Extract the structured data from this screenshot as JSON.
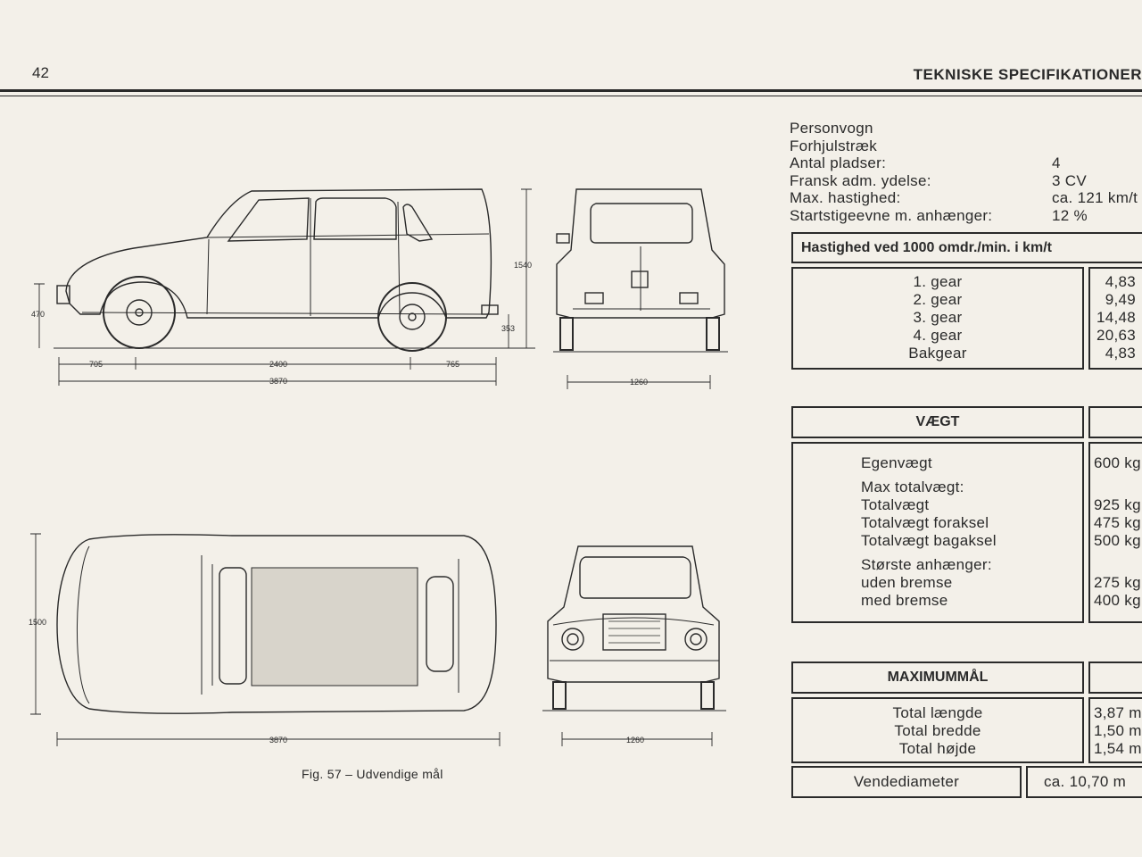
{
  "page_number": "42",
  "section_heading": "TEKNISKE SPECIFIKATIONER",
  "drawing": {
    "side_dims": {
      "height_total": "1540",
      "front_height": "470",
      "rear_ground": "353",
      "front_overhang": "705",
      "wheelbase": "2400",
      "rear_overhang": "765",
      "length": "3870"
    },
    "rear_dims": {
      "track": "1260"
    },
    "top_dims": {
      "width": "1500",
      "length": "3870"
    },
    "front_dims": {
      "track": "1260"
    },
    "caption": "Fig. 57 – Udvendige mål"
  },
  "specs": {
    "rows": [
      {
        "label": "Personvogn",
        "value": ""
      },
      {
        "label": "Forhjulstræk",
        "value": ""
      },
      {
        "label": "Antal  pladser:",
        "value": "4"
      },
      {
        "label": "Fransk  adm. ydelse:",
        "value": "3 CV"
      },
      {
        "label": "Max.  hastighed:",
        "value": "ca. 121 km/t"
      },
      {
        "label": "Startstigeevne  m. anhænger:",
        "value": "12 %"
      }
    ]
  },
  "speed_table": {
    "header": "Hastighed  ved  1000  omdr./min. i km/t",
    "gears": [
      "1. gear",
      "2. gear",
      "3. gear",
      "4. gear",
      "Bakgear"
    ],
    "values": [
      "4,83",
      "9,49",
      "14,48",
      "20,63",
      "4,83"
    ]
  },
  "weight_table": {
    "header": "VÆGT",
    "lines": [
      {
        "label": "Egenvægt",
        "value": "600 kg"
      },
      {
        "label": "Max totalvægt:",
        "value": ""
      },
      {
        "label": "Totalvægt",
        "value": "925 kg"
      },
      {
        "label": "Totalvægt foraksel",
        "value": "475 kg"
      },
      {
        "label": "Totalvægt bagaksel",
        "value": "500 kg"
      },
      {
        "label": "Største  anhænger:",
        "value": ""
      },
      {
        "label": "uden bremse",
        "value": "275 kg"
      },
      {
        "label": "med bremse",
        "value": "400 kg"
      }
    ]
  },
  "dims_table": {
    "header": "MAXIMUMMÅL",
    "labels": [
      "Total længde",
      "Total bredde",
      "Total højde"
    ],
    "values": [
      "3,87 m",
      "1,50 m",
      "1,54 m"
    ]
  },
  "turning": {
    "label": "Vendediameter",
    "value": "ca. 10,70 m"
  }
}
